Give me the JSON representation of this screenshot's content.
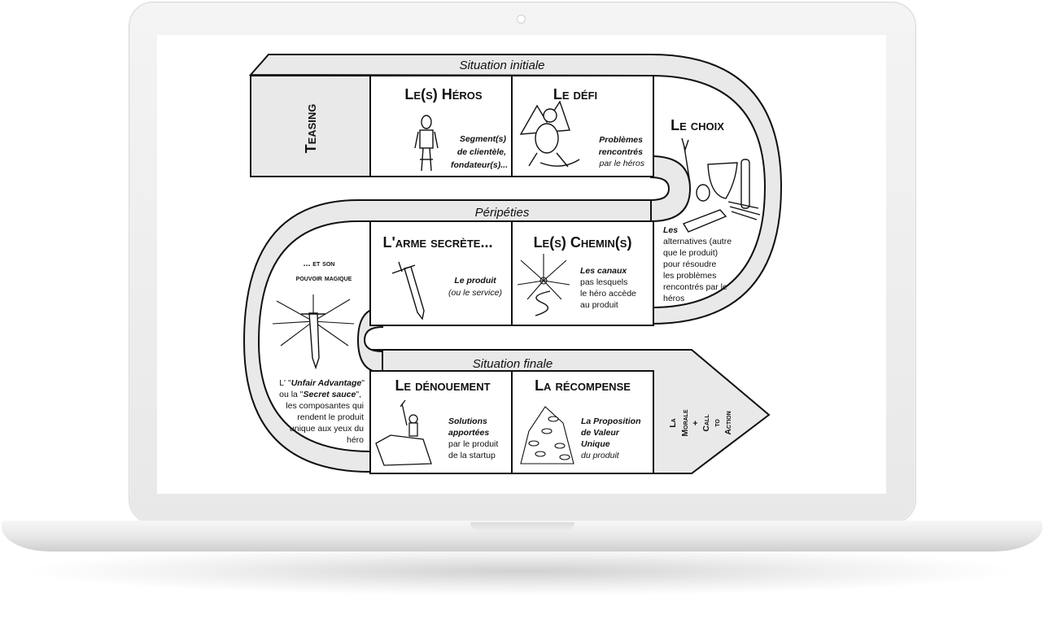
{
  "bands": {
    "initial": "Situation initiale",
    "peripeties": "Péripéties",
    "finale": "Situation finale"
  },
  "teasing": "Teasing",
  "heros": {
    "title": "Le(s) Héros",
    "lines": [
      "Segment(s)",
      "de clientèle,",
      "fondateur(s)..."
    ]
  },
  "defi": {
    "title": "Le défi",
    "lines": [
      "Problèmes",
      "rencontrés",
      "par le héros"
    ]
  },
  "choix": {
    "title": "Le choix",
    "lines": [
      "Les",
      "alternatives (autre",
      "que le produit)",
      "pour résoudre",
      "les problèmes",
      "rencontrés par le",
      "héros"
    ]
  },
  "arme": {
    "title": "L'arme secrète...",
    "lines": [
      "Le produit",
      "(ou le service)"
    ]
  },
  "chemins": {
    "title": "Le(s) Chemin(s)",
    "lines": [
      "Les canaux",
      "pas lesquels",
      "le héro accède",
      "au produit"
    ]
  },
  "pouvoir": {
    "title_lines": [
      "... et son",
      "pouvoir magique"
    ],
    "lines": [
      "L' \"Unfair Advantage\"",
      "ou la \"Secret sauce\",",
      "les composantes qui",
      "rendent le produit",
      "unique aux yeux du",
      "héro"
    ]
  },
  "denouement": {
    "title": "Le dénouement",
    "lines": [
      "Solutions",
      "apportées",
      "par le produit",
      "de la startup"
    ]
  },
  "recompense": {
    "title": "La récompense",
    "lines": [
      "La Proposition",
      "de Valeur",
      "Unique",
      "du produit"
    ]
  },
  "morale": {
    "lines": [
      "La",
      "Morale",
      "+",
      "Call",
      "to",
      "Action"
    ]
  }
}
